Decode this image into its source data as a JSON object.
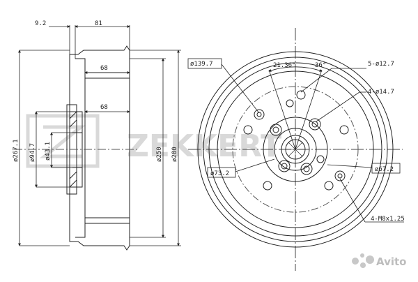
{
  "brand_watermark": "ZEKKERT",
  "corner_watermark": "Avito",
  "side_view": {
    "dims_top": [
      "9.2",
      "81"
    ],
    "dims_inner": [
      "68",
      "68"
    ],
    "dims_vertical": [
      "ø267.1",
      "ø94.7",
      "ø43.1",
      "ø250",
      "ø280"
    ]
  },
  "front_view": {
    "dims": [
      "ø139.7",
      "21.36°",
      "36°",
      "5-ø12.7",
      "4-ø14.7",
      "ø73.2",
      "ø67.2",
      "4-M8x1.25"
    ]
  },
  "colors": {
    "line": "#222222",
    "watermark": "#d9d9d9"
  }
}
